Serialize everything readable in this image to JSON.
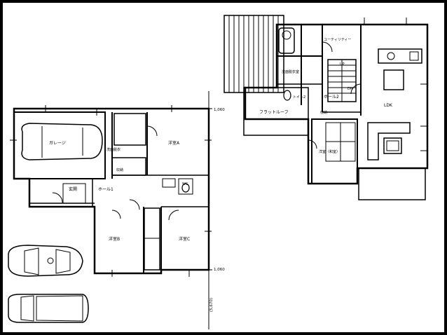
{
  "plan": {
    "ground_floor": {
      "garage": "ガレージ",
      "western_a": "洋室A",
      "western_b": "洋室B",
      "western_c": "洋室C",
      "entrance": "玄関",
      "hall_1": "ホール1",
      "washroom": "洗面脱衣",
      "wc": "WC",
      "storage": "収納"
    },
    "upper_floor": {
      "utility": "ユーティリティー",
      "dressing": "洗面脱衣室",
      "toilet_2": "トイレ2",
      "hall_2": "ホール2",
      "flat_roof": "フラットルーフ",
      "ldk": "LDK",
      "japanese_room": "洋室（和室）",
      "storage": "収納",
      "up_mark": "UP",
      "dn_mark": "DN"
    },
    "dimensions": {
      "level_upper": "1,060",
      "level_lower": "1,060",
      "span": "(5,670)"
    }
  }
}
